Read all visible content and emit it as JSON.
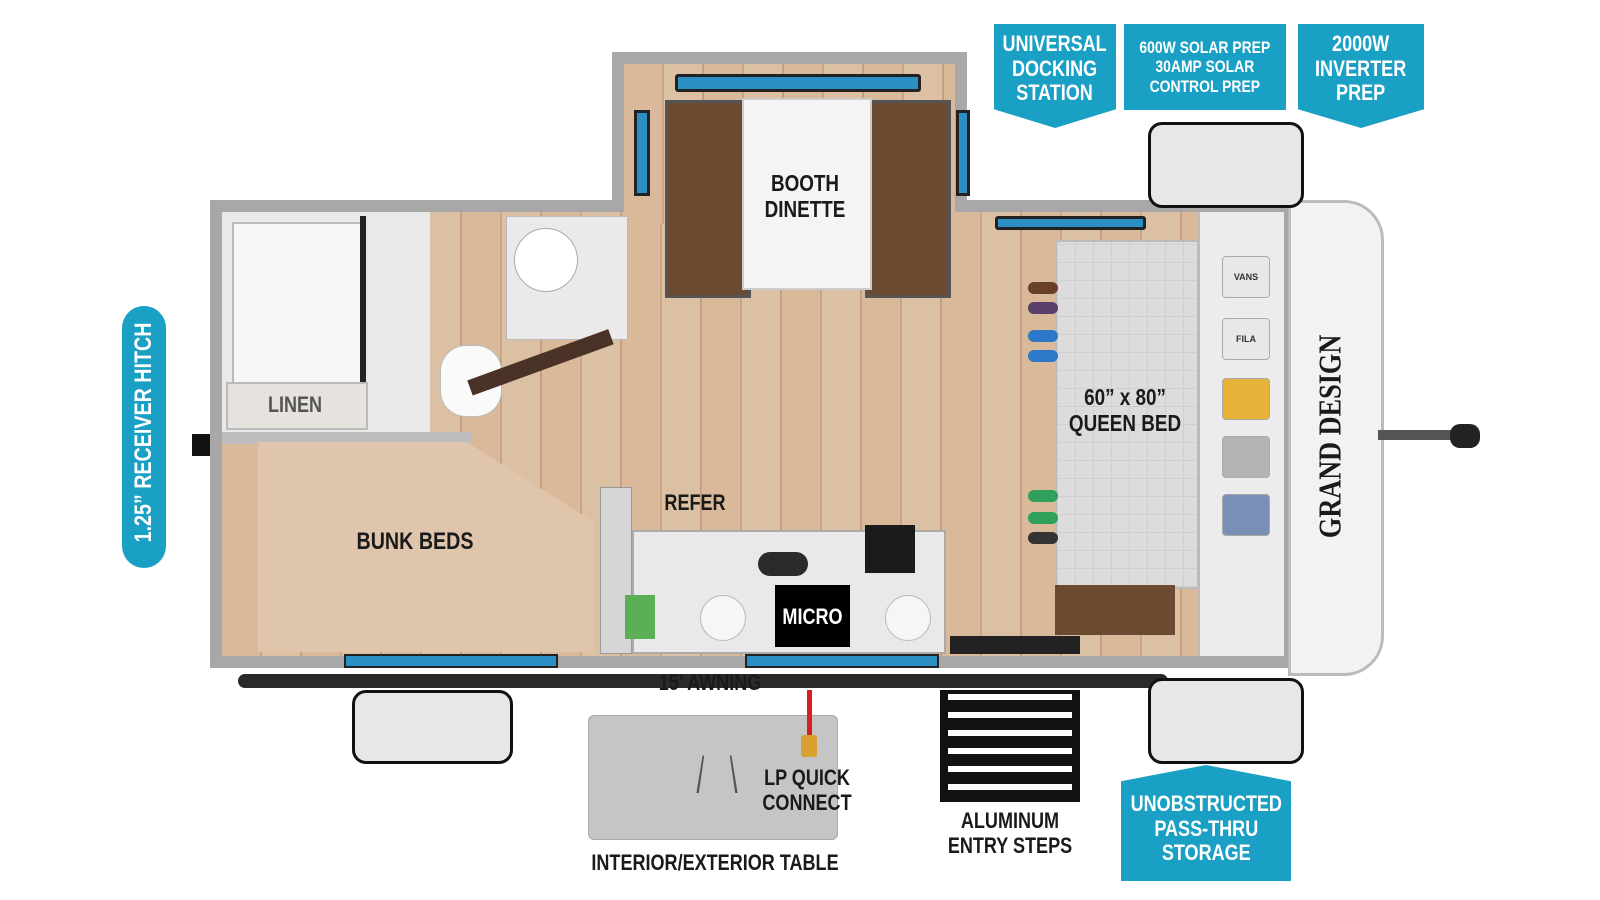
{
  "labels": {
    "booth_dinette": "BOOTH\nDINETTE",
    "linen": "LINEN",
    "queen_bed": "60” x 80”\nQUEEN BED",
    "refer": "REFER",
    "bunk_beds": "BUNK BEDS",
    "micro": "MICRO",
    "awning": "15’ AWNING",
    "lp_quick_connect": "LP QUICK\nCONNECT",
    "table": "INTERIOR/EXTERIOR TABLE",
    "entry_steps": "ALUMINUM\nENTRY STEPS",
    "receiver_hitch": "1.25” RECEIVER HITCH",
    "brand": "GRAND DESIGN"
  },
  "banners": {
    "docking": "UNIVERSAL\nDOCKING\nSTATION",
    "solar": "600W SOLAR PREP\n30AMP SOLAR\nCONTROL PREP",
    "inverter": "2000W\nINVERTER\nPREP",
    "storage": "UNOBSTRUCTED\nPASS-THRU\nSTORAGE"
  },
  "shirts": [
    "VANS",
    "FILA",
    "",
    "",
    ""
  ],
  "colors": {
    "banner": "#1aa0c4",
    "wall": "#a9a9a9",
    "floor": "#d6b594",
    "bunk": "#e0c5ad",
    "booth": "#6b4a32"
  }
}
